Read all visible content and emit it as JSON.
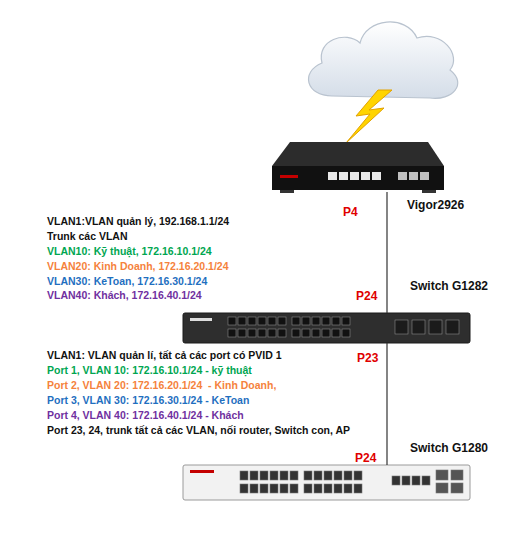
{
  "diagram": {
    "nodes": [
      {
        "text": [
          "Vigor2926"
        ]
      },
      {
        "text": [
          "Switch G1282"
        ]
      },
      {
        "text": [
          "Switch G1280"
        ]
      }
    ],
    "edges": [
      {
        "from": 0,
        "to": 1,
        "arrow": "none"
      },
      {
        "from": 1,
        "to": 2,
        "arrow": "none"
      }
    ],
    "labels": [
      "P4",
      "VLAN1:VLAN quản lý, 192.168.1.1/24",
      "Trunk các VLAN",
      "VLAN10: Kỹ thuật, 172.16.10.1/24",
      "VLAN20: Kinh Doanh, 172.16.20.1/24",
      "VLAN30: KeToan, 172.16.30.1/24",
      "VLAN40: Khách, 172.16.40.1/24",
      "P24",
      "P23",
      "VLAN1: VLAN quản lí, tất cả các port có PVID 1",
      "Port 1, VLAN 10: 172.16.10.1/24 - kỹ thuật",
      "Port 2, VLAN 20: 172.16.20.1/24  - Kinh Doanh,",
      "Port 3, VLAN 30: 172.16.30.1/24 - KeToan",
      "Port 4, VLAN 40: 172.16.40.1/24 - Khách",
      "Port 23, 24, trunk tất cả các VLAN, nối router, Switch con, AP",
      "P24"
    ]
  }
}
